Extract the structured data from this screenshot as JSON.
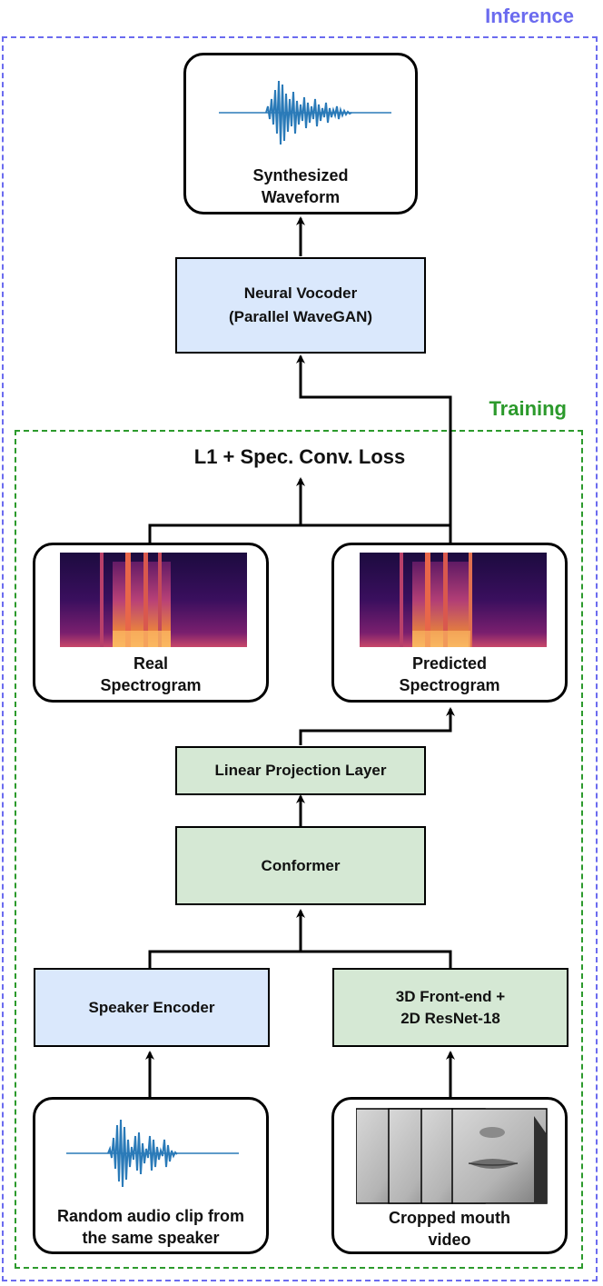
{
  "frames": {
    "inference_label": "Inference",
    "training_label": "Training"
  },
  "nodes": {
    "synth_waveform": {
      "line1": "Synthesized",
      "line2": "Waveform"
    },
    "vocoder": {
      "line1": "Neural Vocoder",
      "line2": "(Parallel WaveGAN)"
    },
    "loss": "L1 +  Spec. Conv. Loss",
    "real_spec": {
      "line1": "Real",
      "line2": "Spectrogram"
    },
    "pred_spec": {
      "line1": "Predicted",
      "line2": "Spectrogram"
    },
    "linear_proj": "Linear Projection Layer",
    "conformer": "Conformer",
    "speaker_encoder": "Speaker Encoder",
    "frontend": {
      "line1": "3D Front-end +",
      "line2": "2D ResNet-18"
    },
    "audio_clip": {
      "line1": "Random audio clip from",
      "line2": "the same speaker"
    },
    "mouth_video": {
      "line1": "Cropped mouth",
      "line2": "video"
    }
  },
  "colors": {
    "inference": "#6b6bef",
    "training": "#2c9a2c",
    "blue_box": "#dae8fc",
    "green_box": "#d5e8d4",
    "waveform": "#2a7ab8"
  }
}
